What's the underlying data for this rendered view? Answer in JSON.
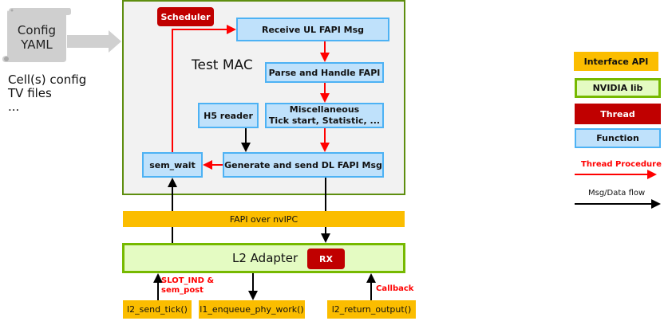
{
  "config": {
    "scroll_label_line1": "Config",
    "scroll_label_line2": "YAML",
    "notes": [
      "Cell(s) config",
      "TV files",
      "..."
    ]
  },
  "test_mac": {
    "title": "Test MAC",
    "scheduler": "Scheduler",
    "receive": "Receive UL FAPI Msg",
    "parse": "Parse and Handle FAPI",
    "misc_line1": "Miscellaneous",
    "misc_line2": "Tick start, Statistic, ...",
    "h5_reader": "H5 reader",
    "sem_wait": "sem_wait",
    "generate": "Generate and send DL FAPI Msg"
  },
  "fapi_bar": "FAPI over nvIPC",
  "l2_adapter": {
    "title": "L2 Adapter",
    "rx": "RX"
  },
  "bottom": {
    "send_tick": "l2_send_tick()",
    "enqueue": "l1_enqueue_phy_work()",
    "return_output": "l2_return_output()",
    "slot_ind_line1": "SLOT_IND &",
    "slot_ind_line2": "sem_post",
    "callback": "Callback"
  },
  "legend": {
    "interface_api": "Interface API",
    "nvidia_lib": "NVIDIA lib",
    "thread": "Thread",
    "function": "Function",
    "thread_procedure": "Thread Procedure",
    "msg_data_flow": "Msg/Data flow"
  },
  "colors": {
    "interface_api": "#fbbd00",
    "nvidia_lib_fill": "#e4fbc2",
    "nvidia_lib_border": "#76b900",
    "thread": "#c00000",
    "function_fill": "#bfe1fb",
    "function_border": "#4db2f4",
    "thread_procedure_arrow": "#ff0000",
    "data_flow_arrow": "#000000"
  }
}
